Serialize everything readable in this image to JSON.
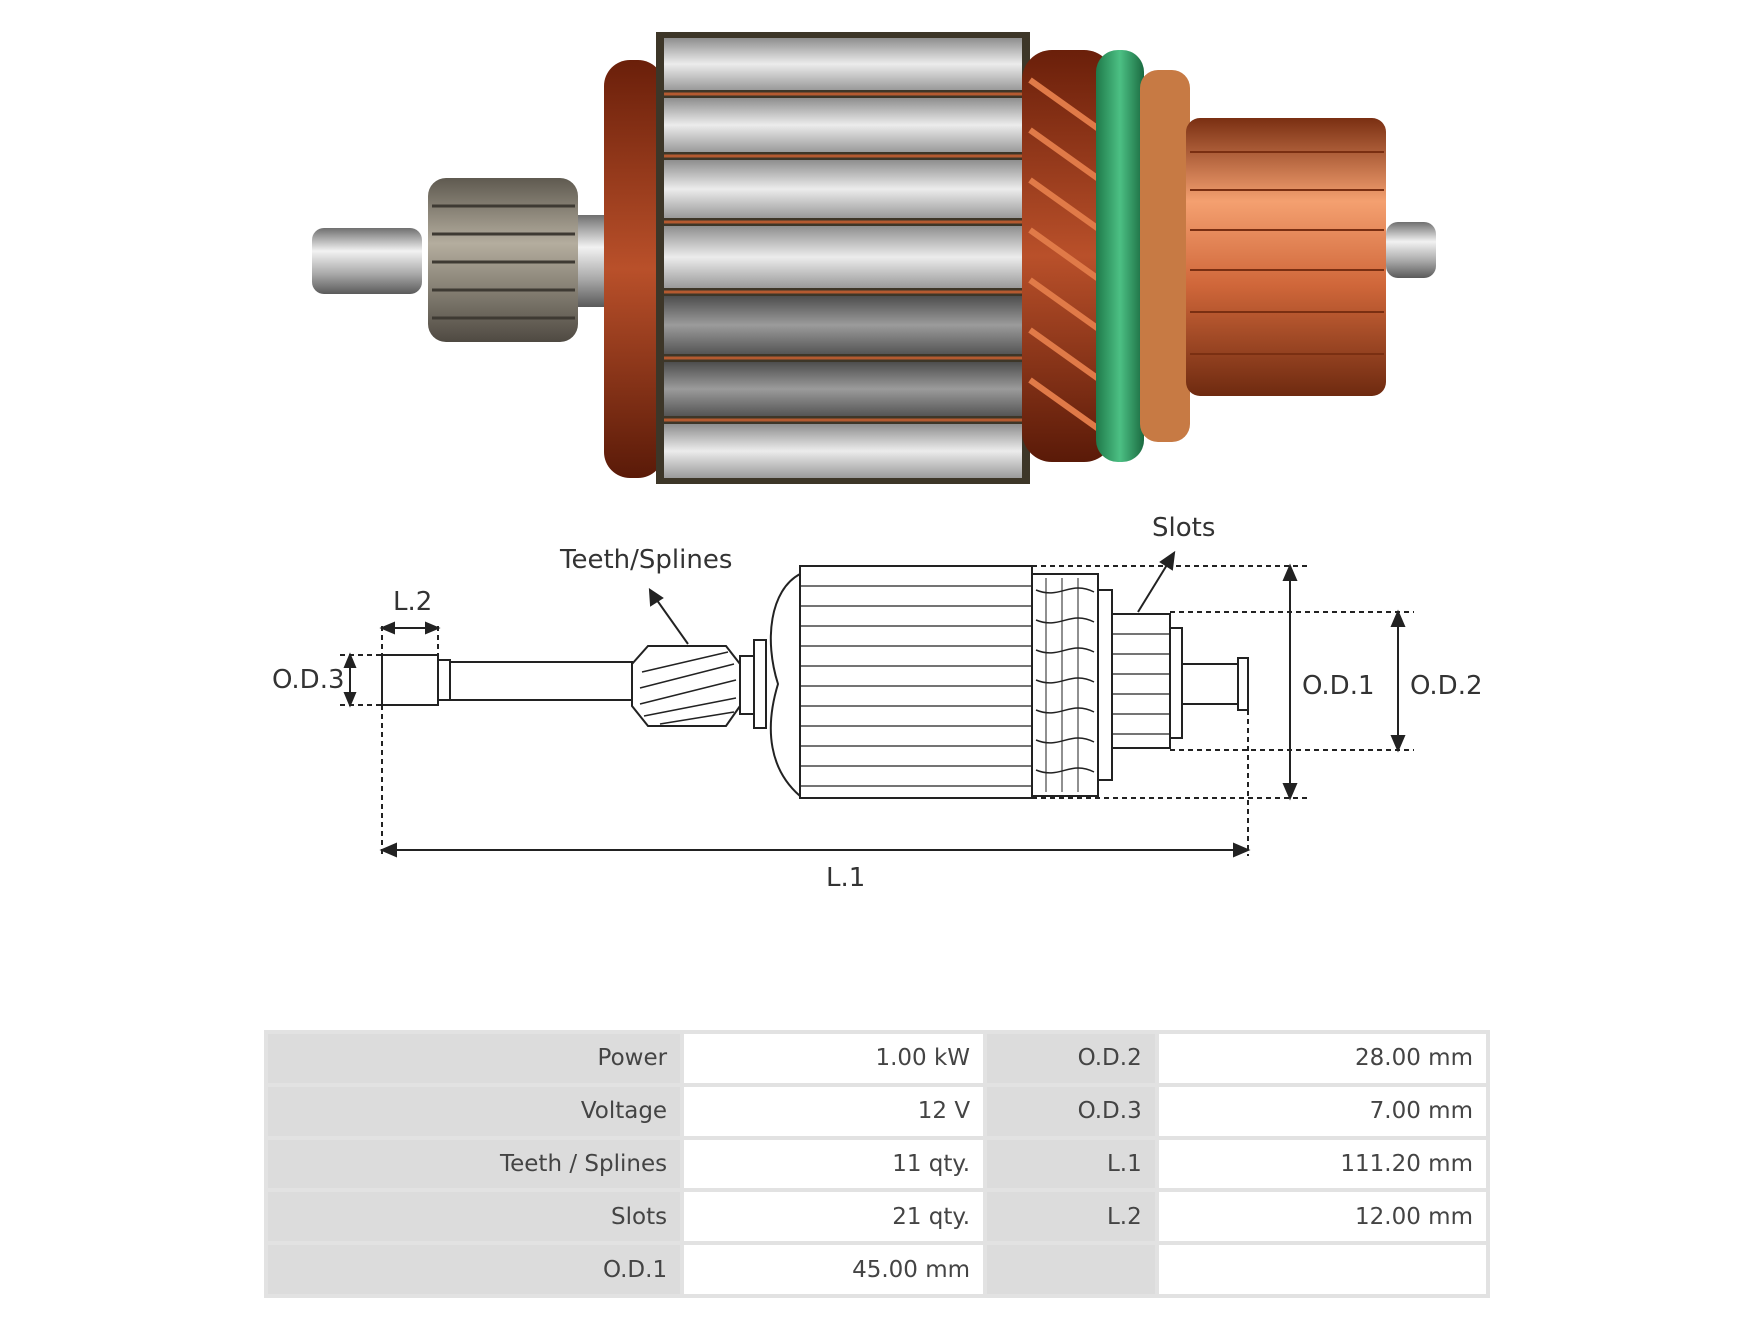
{
  "diagram": {
    "labels": {
      "teeth_splines": "Teeth/Splines",
      "slots": "Slots",
      "l1": "L.1",
      "l2": "L.2",
      "od1": "O.D.1",
      "od2": "O.D.2",
      "od3": "O.D.3"
    }
  },
  "specs": {
    "rows": [
      {
        "k1": "Power",
        "v1": "1.00 kW",
        "k2": "O.D.2",
        "v2": "28.00 mm"
      },
      {
        "k1": "Voltage",
        "v1": "12 V",
        "k2": "O.D.3",
        "v2": "7.00 mm"
      },
      {
        "k1": "Teeth / Splines",
        "v1": "11 qty.",
        "k2": "L.1",
        "v2": "111.20 mm"
      },
      {
        "k1": "Slots",
        "v1": "21 qty.",
        "k2": "L.2",
        "v2": "12.00 mm"
      },
      {
        "k1": "O.D.1",
        "v1": "45.00 mm",
        "k2": "",
        "v2": ""
      }
    ]
  },
  "colors": {
    "copper": "#c4622d",
    "steel": "#b9b9b9",
    "green_ring": "#3aa36b",
    "table_key_bg": "#dcdcdc",
    "table_border": "#e2e2e2"
  }
}
